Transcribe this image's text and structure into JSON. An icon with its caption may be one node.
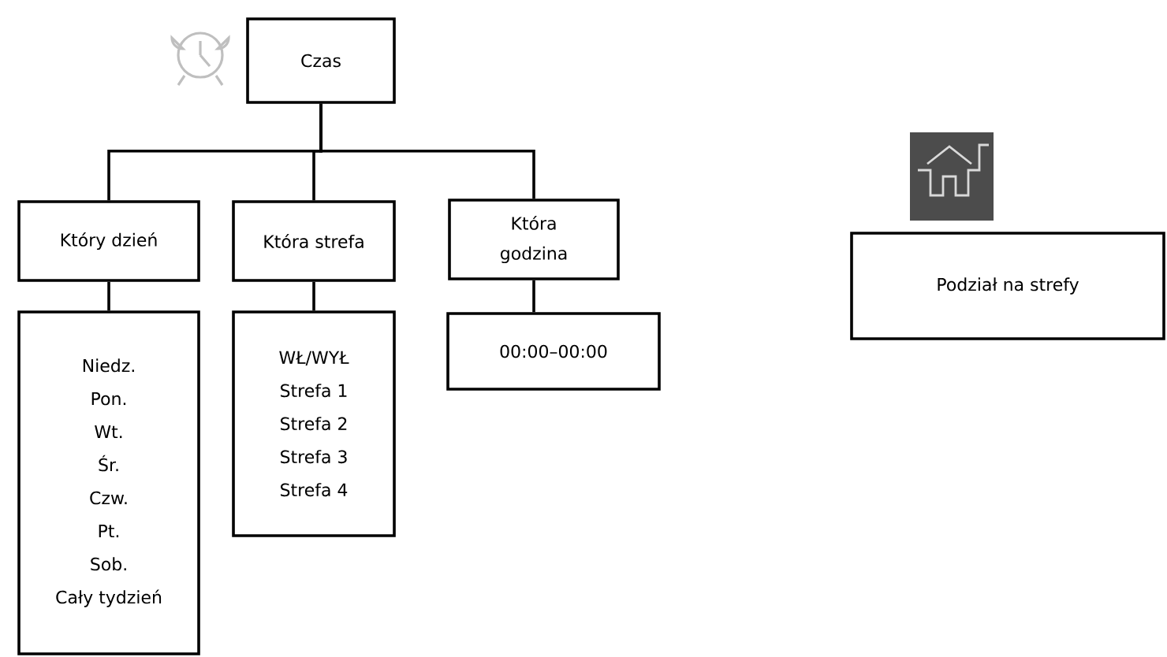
{
  "diagram": {
    "nodes": [
      {
        "text": [
          "Czas"
        ]
      },
      {
        "text": [
          "Który dzień"
        ]
      },
      {
        "text": [
          "Która strefa"
        ]
      },
      {
        "text": [
          "Która godzina"
        ]
      },
      {
        "text": [
          "Niedz.",
          "Pon.",
          "Wt.",
          "Śr.",
          "Czw.",
          "Pt.",
          "Sob.",
          "Cały tydzień"
        ]
      },
      {
        "text": [
          "WŁ/WYŁ",
          "Strefa 1",
          "Strefa 2",
          "Strefa 3",
          "Strefa 4"
        ]
      },
      {
        "text": [
          "00:00–00:00"
        ]
      },
      {
        "text": [
          "Podział na strefy"
        ]
      }
    ],
    "edges": [
      {
        "from": 0,
        "to": 1,
        "arrow": "none"
      },
      {
        "from": 0,
        "to": 2,
        "arrow": "none"
      },
      {
        "from": 0,
        "to": 3,
        "arrow": "none"
      },
      {
        "from": 1,
        "to": 4,
        "arrow": "none"
      },
      {
        "from": 2,
        "to": 5,
        "arrow": "none"
      },
      {
        "from": 3,
        "to": 6,
        "arrow": "none"
      }
    ]
  }
}
